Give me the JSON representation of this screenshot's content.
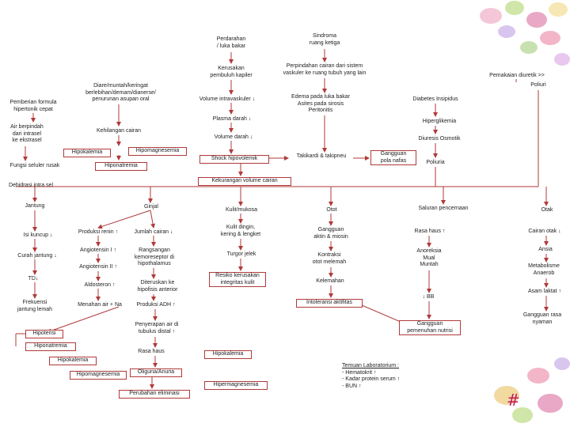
{
  "nodes": {
    "perdarahan": "Perdarahan\n/ luka bakar",
    "sindroma": "Sindroma\nruang ketiga",
    "kerusakan": "Kerusakan\npembuluh kapiler",
    "perpindahan": "Perpindahan cairan dari sistem\nvaskuler ke ruang tubuh yang lain",
    "pemakaian": "Pemakaian diuretik >>",
    "poliuri": "Poliuri",
    "diare": "Diare/muntah/keringat\nberlebihan/demam/dianerse/\npenurunan asupan oral",
    "pemberian": "Pemberian formula\nhipertonik cepat",
    "volintra": "Volume intravaskuler ↓",
    "edema": "Edema pada luka bakar\nAsites pada sirosis\nPeritonitis",
    "diabetes": "Diabetes Insipidus",
    "plasma": "Plasma darah ↓",
    "hiperglik": "Hiperglikemia",
    "airpindah": "Air berpindah\ndari intrasel\nke ekstrasel",
    "kehilangan": "Kehilangan cairan",
    "voldarah": "Volume darah ↓",
    "diuresis": "Diuresis Osmotik",
    "hipomag1": "Hipomagnesemia",
    "hipokal1": "Hipokalemia",
    "shock": "Shock hipovolemik",
    "takikardi": "Takikardi & takipneu",
    "gangguanpola": "Gangguan\npola nafas",
    "poliuria": "Poliuria",
    "fungsi": "Fungsi seluler rusak",
    "hiponat1": "Hiponatremia",
    "kekurangan": "Kekurangan volume cairan",
    "dehidrasi": "Dehidrasi intra sel",
    "jantung": "Jantung",
    "ginjal": "Ginjal",
    "kulit": "Kulit/mukosa",
    "otot": "Otot",
    "saluran": "Saluran pencernaan",
    "otak": "Otak",
    "isiskuncup": "Isi kuncup ↓",
    "produksirenin": "Produksi renin ↑",
    "jumlahcairan": "Jumlah cairan ↓",
    "kulitdingin": "Kulit dingin,\nkering & lengket",
    "gangguanaktin": "Gangguan\naktin & miosin",
    "rasahaus1": "Rasa haus ↑",
    "cairanotak": "Cairan otak ↓",
    "curah": "Curah jantung ↓",
    "angio1": "Angiotensin I ↑",
    "rangsangan": "Rangsangan\nkemoreseptor di\nhipothalamus",
    "turgor": "Turgor jelek",
    "kontraksi": "Kontraksi\notot melemah",
    "anoreksia": "Anoreksia\nMual\nMuntah",
    "ansia": "Ansia",
    "angio2": "Angiotensin II ↑",
    "resiko": "Resiko kerusakan\nintegritas kulit",
    "metabolisme": "Metabolisme\nAnaerob",
    "td": "TD↓",
    "aldosteron": "Aldosteron ↑",
    "diteruskan": "Diteruskan ke\nhipofisis anterior",
    "kelemahan": "Kelemahan",
    "asamlaktat": "Asam laktat ↑",
    "frekuensi": "Frekuensi\njantung lemah",
    "menahan": "Menahan air + Na",
    "produksiadh": "Produksi ADH ↑",
    "bb": "↓ BB",
    "intoleransi": "Intoleransi aktifitas",
    "gangguanrasa": "Gangguan rasa\nnyaman",
    "penyerapan": "Penyerapan air di\ntubulus distal ↑",
    "gangguannutrisi": "Gangguan\npemenuhan nutrisi",
    "hipotensi": "Hipotensi",
    "hiponat2": "Hiponatremia",
    "rasahaus2": "Rasa haus",
    "hipokal2": "Hipokalemia",
    "hipokal3": "Hipokalemia",
    "hipomag2": "Hipomagnesemia",
    "oliguria": "Oliguria/Anuria",
    "hipermag": "Hipermagnesemia",
    "perubahan": "Perubahan eliminasi"
  },
  "temuan": {
    "title": "Temuan Laboratorium :",
    "items": [
      "- Hematokrit ↑",
      "- Kadar protein serum ↑",
      "- BUN ↑"
    ]
  },
  "hash_mark": "#",
  "colors": {
    "line": "#b03a3a",
    "box_border": "#b03a3a",
    "text": "#222222"
  }
}
